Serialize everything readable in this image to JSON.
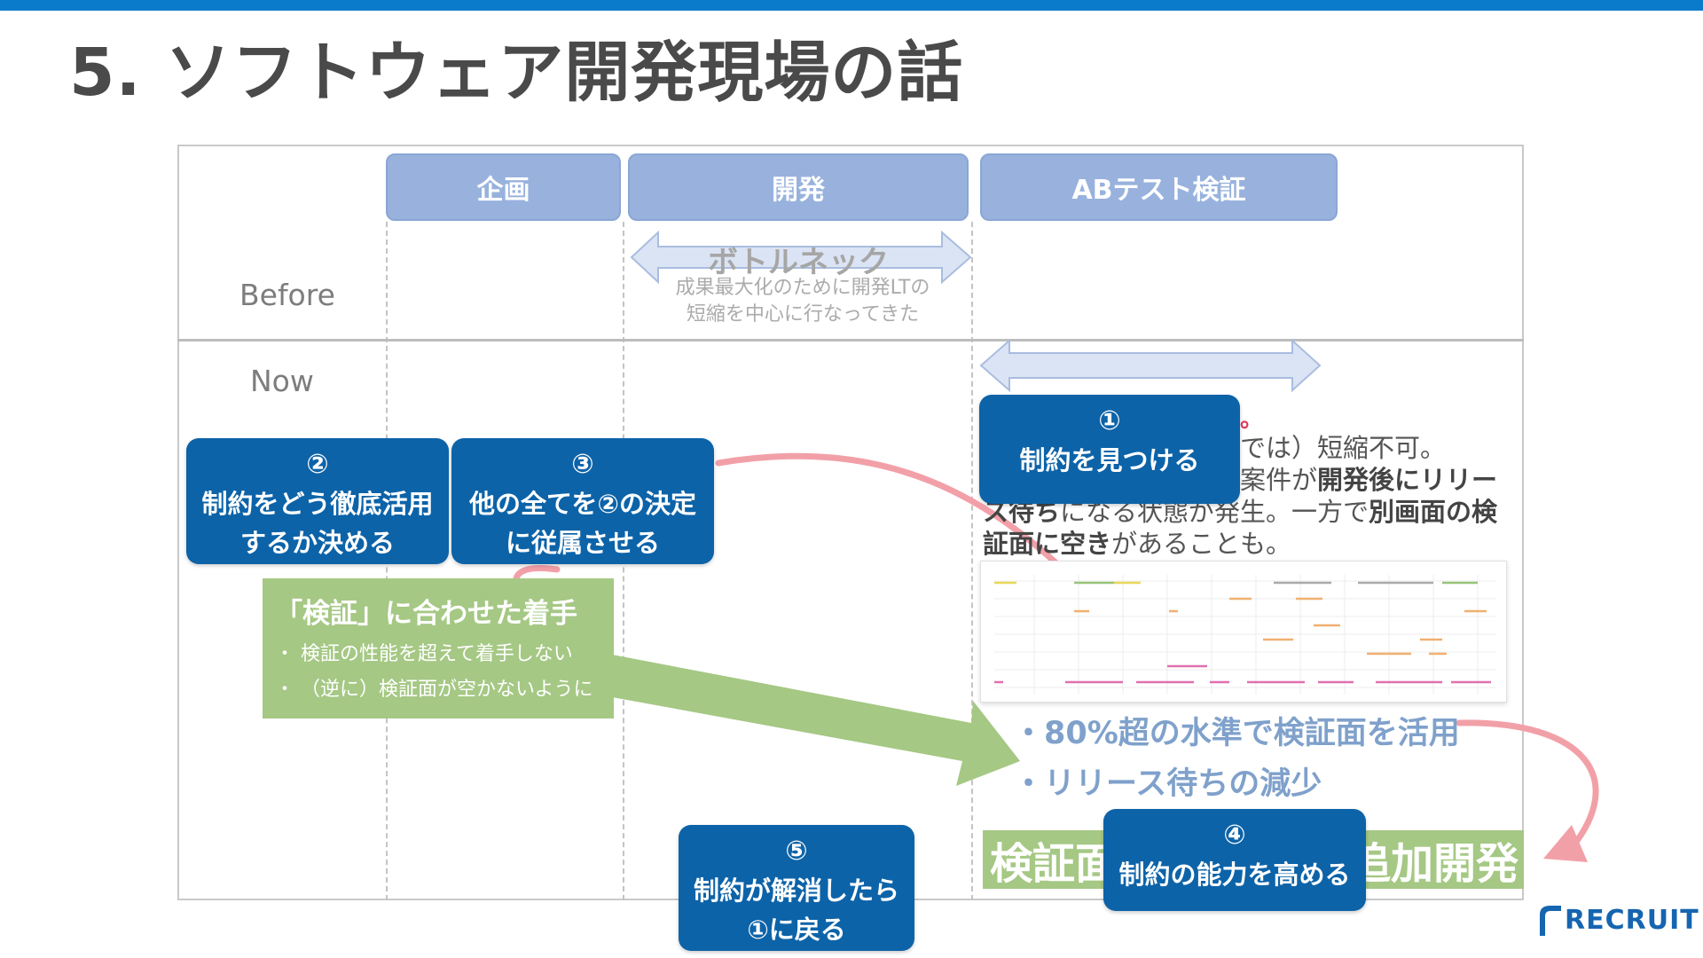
{
  "slide": {
    "title": "5. ソフトウェア開発現場の話"
  },
  "phases": [
    "企画",
    "開発",
    "ABテスト検証"
  ],
  "rows": {
    "before": "Before",
    "now": "Now"
  },
  "bottleneck": {
    "title": "ボトルネック",
    "note_line1": "成果最大化のために開発LTの",
    "note_line2": "短縮を中心に行なってきた"
  },
  "now_panel": {
    "pink_fragment": "。",
    "line1": "では）短縮不可。",
    "line2_a": "案件が",
    "line2_b": "開発後にリリー",
    "line3_a": "ス待ち",
    "line3_b": "になる状態が発生。一方で",
    "line3_c": "別画面の検",
    "line4_a": "証面に空き",
    "line4_b": "があることも。"
  },
  "results": {
    "bullet1": "・80%超の水準で検証面を活用",
    "bullet2": "・リリース待ちの減少"
  },
  "green_box": {
    "heading": "「検証」に合わせた着手",
    "item1": "・ 検証の性能を超えて着手しない",
    "item2": "・ （逆に）検証面が空かないように"
  },
  "bottom_strip": {
    "left": "検証面",
    "right": "追加開発"
  },
  "steps": {
    "s1": {
      "num": "①",
      "text": "制約を見つける"
    },
    "s2": {
      "num": "②",
      "line1": "制約をどう徹底活用",
      "line2": "するか決める"
    },
    "s3": {
      "num": "③",
      "line1": "他の全てを②の決定",
      "line2": "に従属させる"
    },
    "s4": {
      "num": "④",
      "text": "制約の能力を高める"
    },
    "s5": {
      "num": "⑤",
      "line1": "制約が解消したら",
      "line2": "①に戻る"
    }
  },
  "logo": {
    "text": "RECRUIT"
  },
  "colors": {
    "accent_bar": "#0a7bcb",
    "phase_box": "#98b2dd",
    "step_box": "#0d63a8",
    "green": "#a5c884",
    "pink_arrow": "#f2a0a8",
    "bullet_blue": "#7fa1cb"
  }
}
